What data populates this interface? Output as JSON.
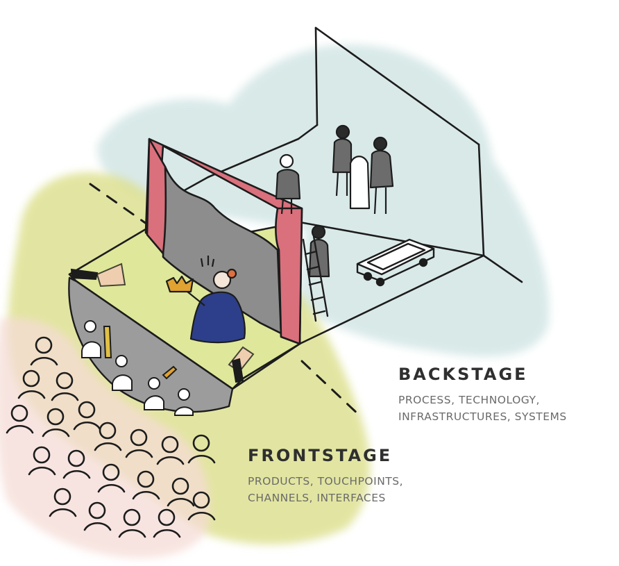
{
  "backstage": {
    "title": "BACKSTAGE",
    "line1": "PROCESS, TECHNOLOGY,",
    "line2": "INFRASTRUCTURES, SYSTEMS"
  },
  "frontstage": {
    "title": "FRONTSTAGE",
    "line1": "PRODUCTS, TOUCHPOINTS,",
    "line2": "CHANNELS, INTERFACES"
  },
  "colors": {
    "backstage_wash": "#d3e6e5",
    "frontstage_wash": "#dcdf8a",
    "audience_wash": "#f5dcd6",
    "curtain": "#d9707c",
    "backdrop": "#8d8d8d",
    "performer_dress": "#2d3f8a",
    "crown": "#e0a230",
    "ink": "#1c1c1c"
  }
}
